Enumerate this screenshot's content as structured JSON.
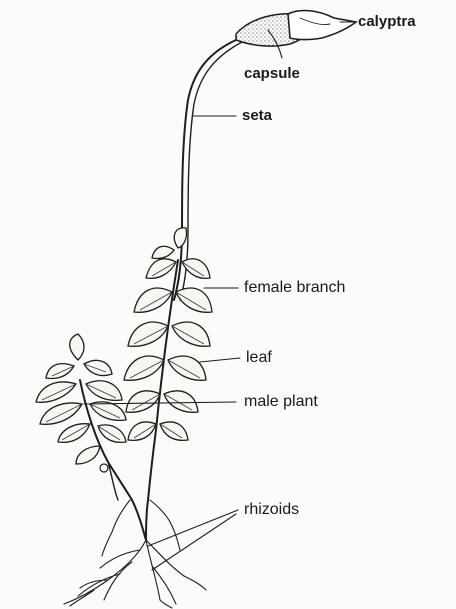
{
  "labels": {
    "calyptra": "calyptra",
    "capsule": "capsule",
    "seta": "seta",
    "female_branch": "female branch",
    "leaf": "leaf",
    "male_plant": "male plant",
    "rhizoids": "rhizoids"
  }
}
